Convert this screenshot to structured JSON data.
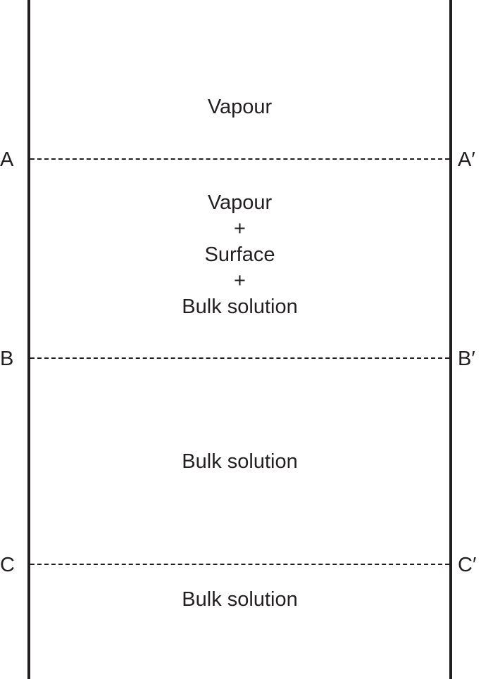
{
  "diagram": {
    "boundary_labels": [
      {
        "left": "A",
        "right": "A′"
      },
      {
        "left": "B",
        "right": "B′"
      },
      {
        "left": "C",
        "right": "C′"
      }
    ],
    "regions": [
      {
        "lines": [
          "Vapour"
        ]
      },
      {
        "lines": [
          "Vapour",
          "+",
          "Surface",
          "+",
          "Bulk solution"
        ]
      },
      {
        "lines": [
          "Bulk solution"
        ]
      },
      {
        "lines": [
          "Bulk solution"
        ]
      }
    ]
  }
}
